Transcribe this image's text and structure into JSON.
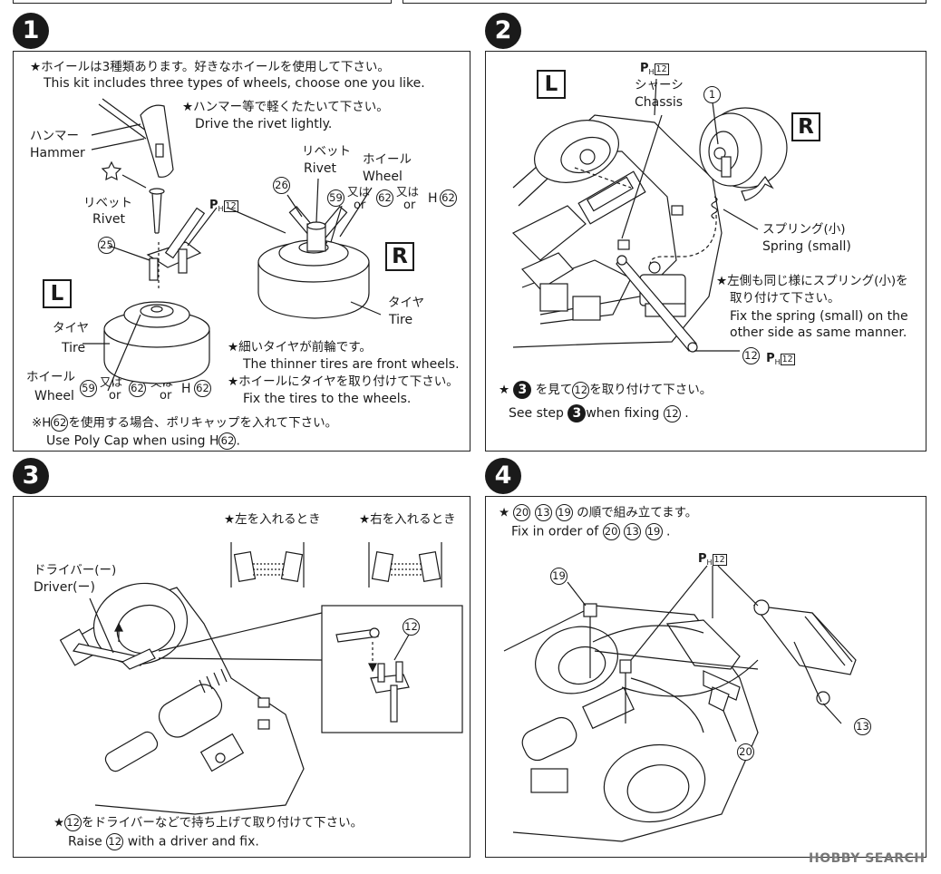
{
  "steps": [
    {
      "num": "1"
    },
    {
      "num": "2"
    },
    {
      "num": "3"
    },
    {
      "num": "4"
    }
  ],
  "step1": {
    "note1_jp": "★ホイールは3種類あります。好きなホイールを使用して下さい。",
    "note1_en": "This kit includes three types of wheels, choose one you like.",
    "hammer_note_jp": "★ハンマー等で軽くたたいて下さい。",
    "hammer_note_en": "Drive the rivet lightly.",
    "hammer_jp": "ハンマー",
    "hammer_en": "Hammer",
    "rivet_jp": "リベット",
    "rivet_en": "Rivet",
    "rivet2_jp": "リベット",
    "rivet2_en": "Rivet",
    "wheel_jp": "ホイール",
    "wheel_en": "Wheel",
    "part25": "25",
    "part26": "26",
    "part59": "59",
    "part62": "62",
    "or_jp": "又は",
    "or_en": "or",
    "h_prefix": "H",
    "tire_jp": "タイヤ",
    "tire_en": "Tire",
    "tire2_jp": "タイヤ",
    "tire2_en": "Tire",
    "wheel2_jp": "ホイール",
    "wheel2_en": "Wheel",
    "label_L": "L",
    "label_R": "R",
    "front_jp": "★細いタイヤが前輪です。",
    "front_en": "The thinner tires are front wheels.",
    "fix_jp": "★ホイールにタイヤを取り付けて下さい。",
    "fix_en": "Fix the tires to the wheels.",
    "poly_jp_pre": "※H",
    "poly_jp_post": "を使用する場合、ポリキャップを入れて下さい。",
    "poly_en": "Use Poly Cap when using H",
    "pcode": "P",
    "pcode_sub": "H",
    "pcode_num": "12"
  },
  "step2": {
    "label_L": "L",
    "label_R": "R",
    "chassis_jp": "シャーシ",
    "chassis_en": "Chassis",
    "part1": "1",
    "spring_jp": "スプリング(小)",
    "spring_en": "Spring (small)",
    "other_jp1": "★左側も同じ様にスプリング(小)を",
    "other_jp2": "取り付けて下さい。",
    "other_en1": "Fix the spring (small) on the",
    "other_en2": "other side as same manner.",
    "part12": "12",
    "see_jp_pre": "★",
    "see_jp_mid": "を見て",
    "see_jp_post": "を取り付けて下さい。",
    "see_en_pre": "See step",
    "see_en_mid": "when fixing",
    "see_en_post": ".",
    "step_ref": "3",
    "pcode": "P",
    "pcode_sub": "H",
    "pcode_num": "12"
  },
  "step3": {
    "left_jp": "★左を入れるとき",
    "right_jp": "★右を入れるとき",
    "driver_jp": "ドライバー(ー)",
    "driver_en": "Driver(ー)",
    "part12": "12",
    "raise_jp_pre": "★",
    "raise_jp_post": "をドライバーなどで持ち上げて取り付けて下さい。",
    "raise_en_pre": "Raise",
    "raise_en_post": "with a driver and fix."
  },
  "step4": {
    "order_jp_pre": "★",
    "order_jp_post": "の順で組み立てます。",
    "order_en_pre": "Fix in order of",
    "order_en_post": ".",
    "part20": "20",
    "part13": "13",
    "part19": "19",
    "pcode": "P",
    "pcode_sub": "H",
    "pcode_num": "12"
  },
  "watermark": {
    "text": "HOBBY SEARCH"
  }
}
